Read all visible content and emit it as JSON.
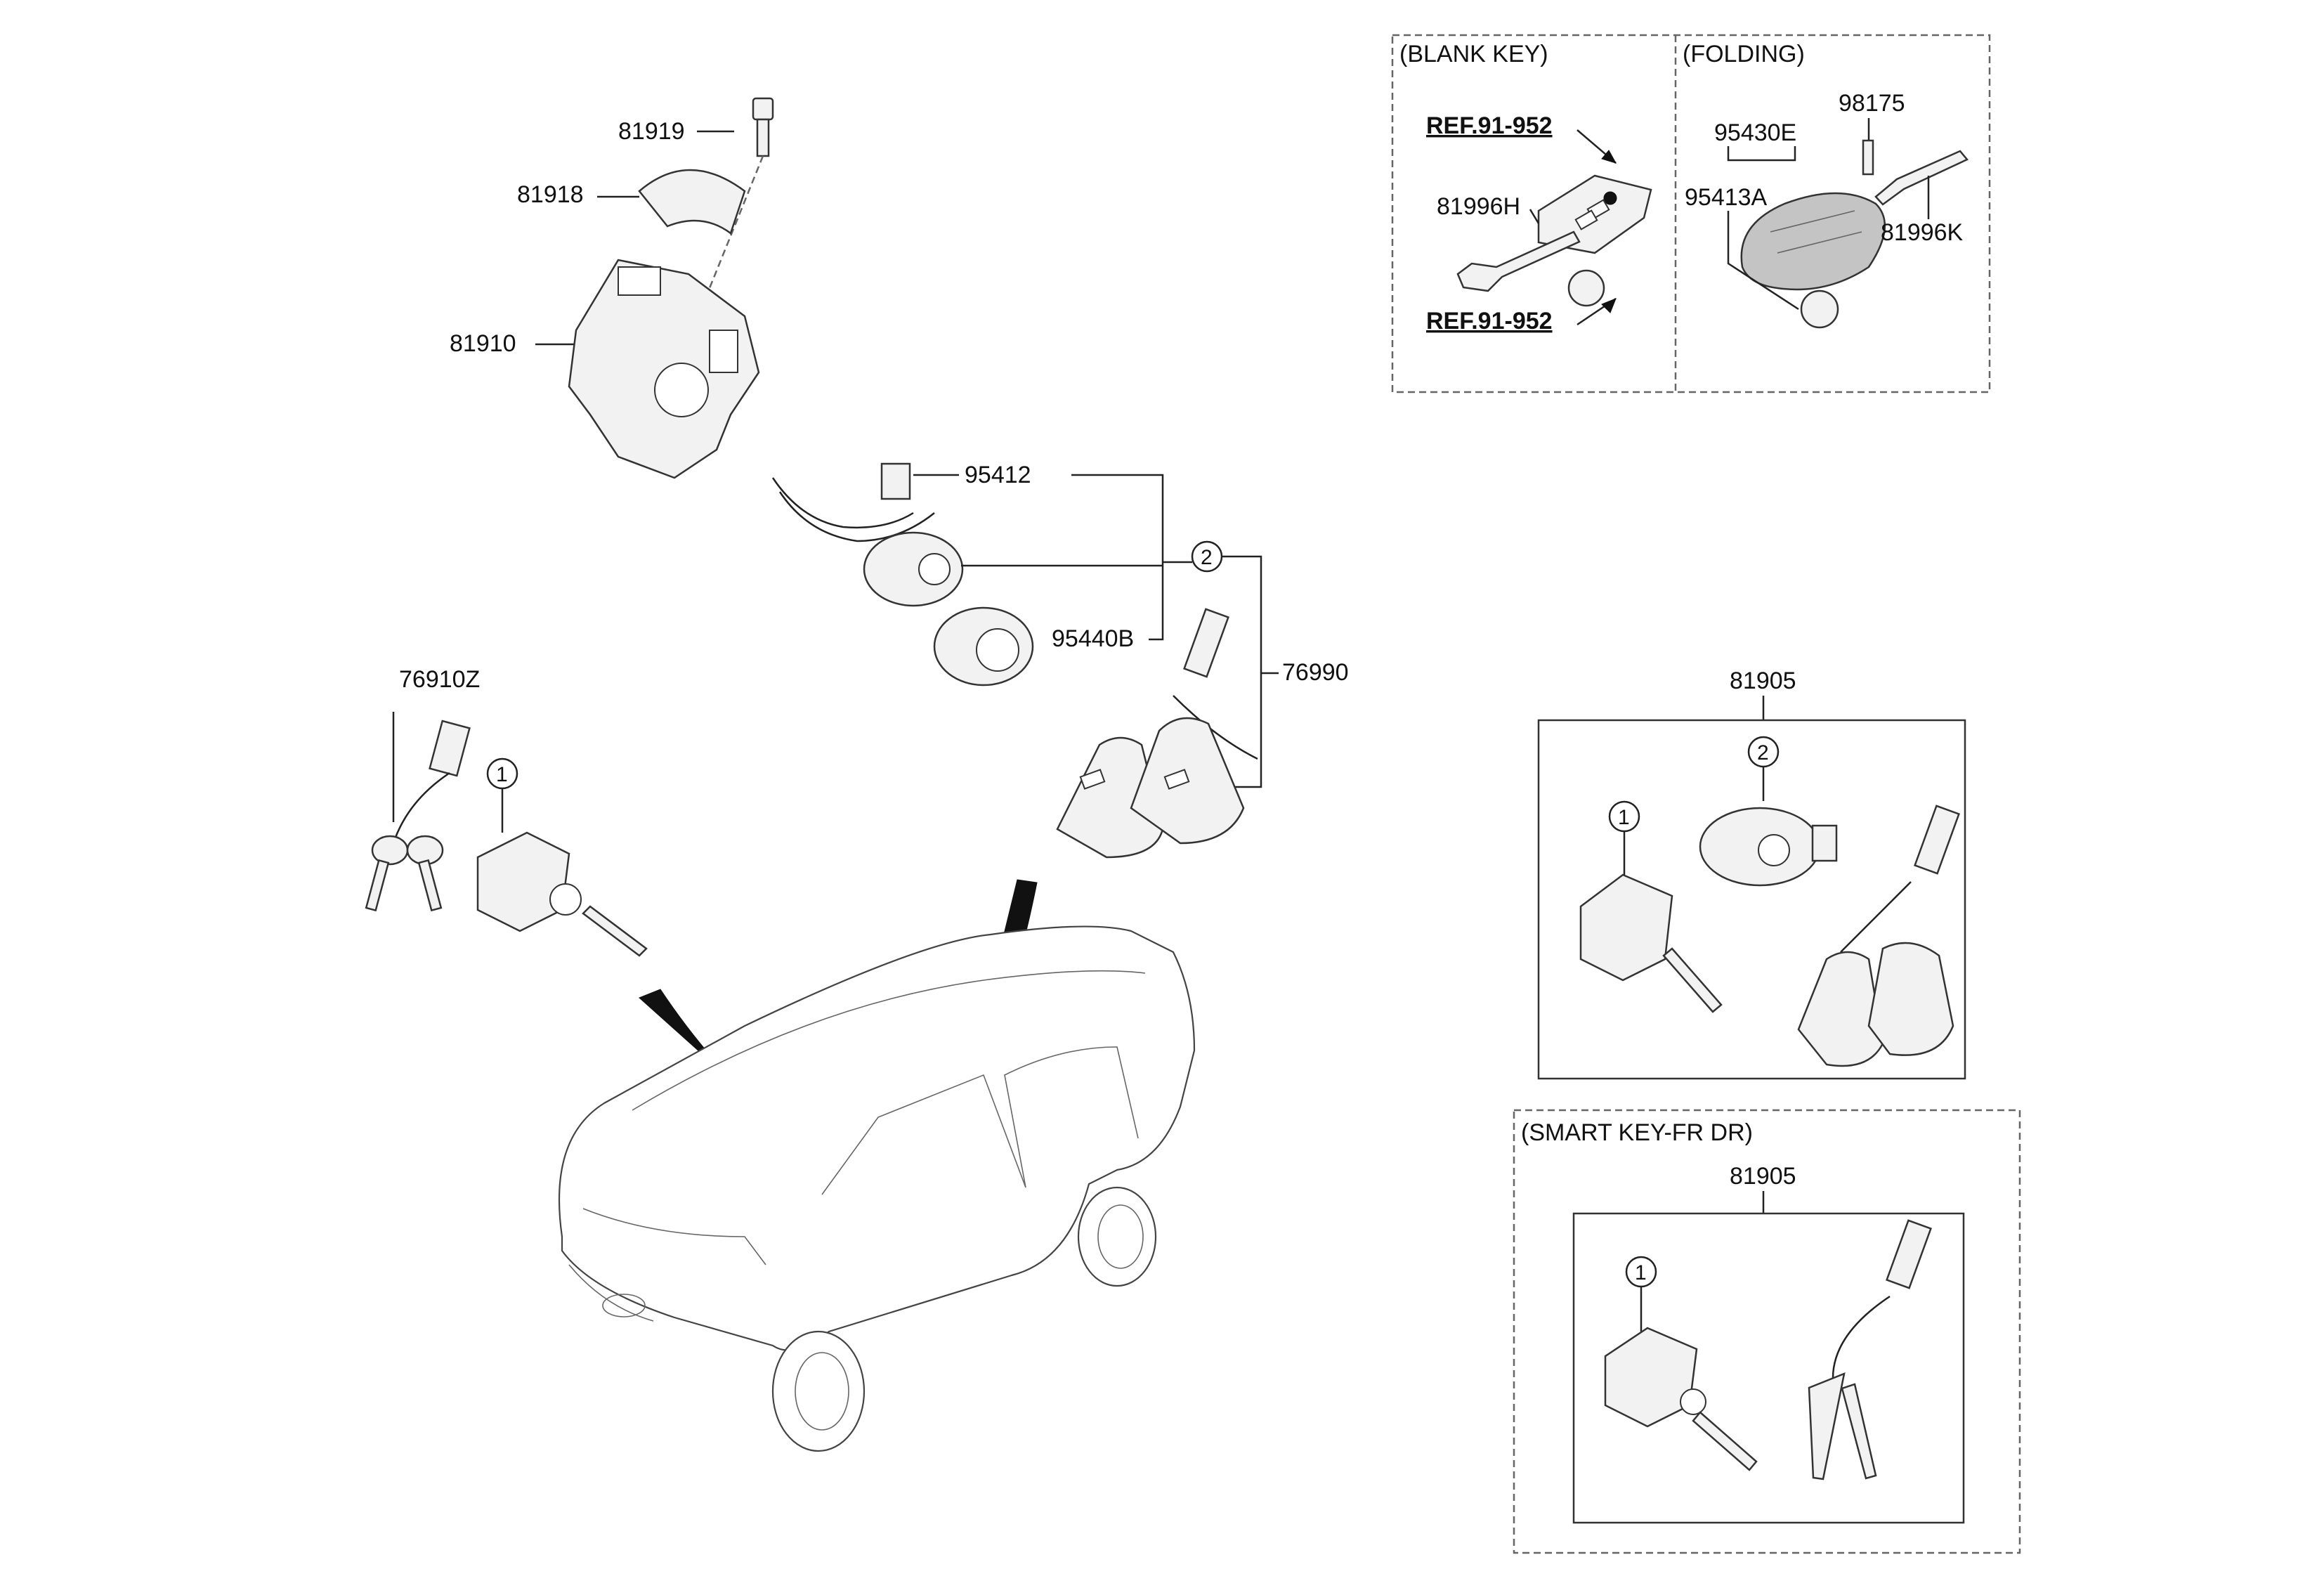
{
  "labels": {
    "p81919": "81919",
    "p81918": "81918",
    "p81910": "81910",
    "p95412": "95412",
    "p95440B": "95440B",
    "p76990": "76990",
    "p76910Z": "76910Z",
    "p81905a": "81905",
    "p81905b": "81905",
    "ref1": "REF.91-952",
    "ref2": "REF.91-952",
    "p81996H": "81996H",
    "p95430E": "95430E",
    "p95413A": "95413A",
    "p98175": "98175",
    "p81996K": "81996K"
  },
  "sections": {
    "blank_key": "(BLANK KEY)",
    "folding": "(FOLDING)",
    "smart_key_fr_dr": "(SMART KEY-FR DR)"
  },
  "callouts": {
    "c1a": "1",
    "c1b": "1",
    "c1c": "1",
    "c2a": "2",
    "c2b": "2"
  }
}
